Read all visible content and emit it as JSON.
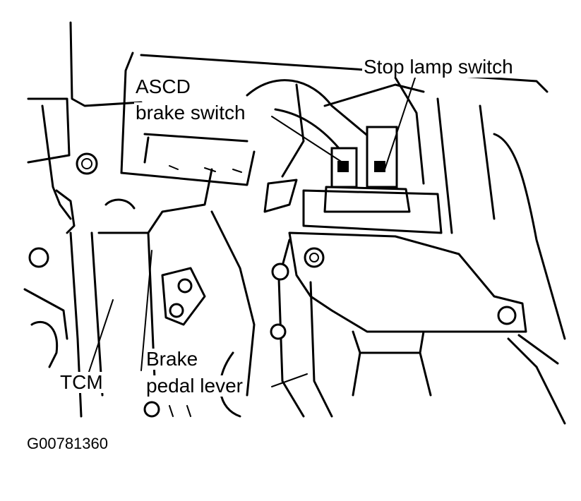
{
  "labels": {
    "stop_lamp_switch": "Stop lamp switch",
    "ascd_line1": "ASCD",
    "ascd_line2": "brake switch",
    "tcm": "TCM",
    "brake_line1": "Brake",
    "brake_line2": "pedal lever"
  },
  "figure_code": "G00781360",
  "colors": {
    "ink": "#000000",
    "paper": "#ffffff"
  }
}
